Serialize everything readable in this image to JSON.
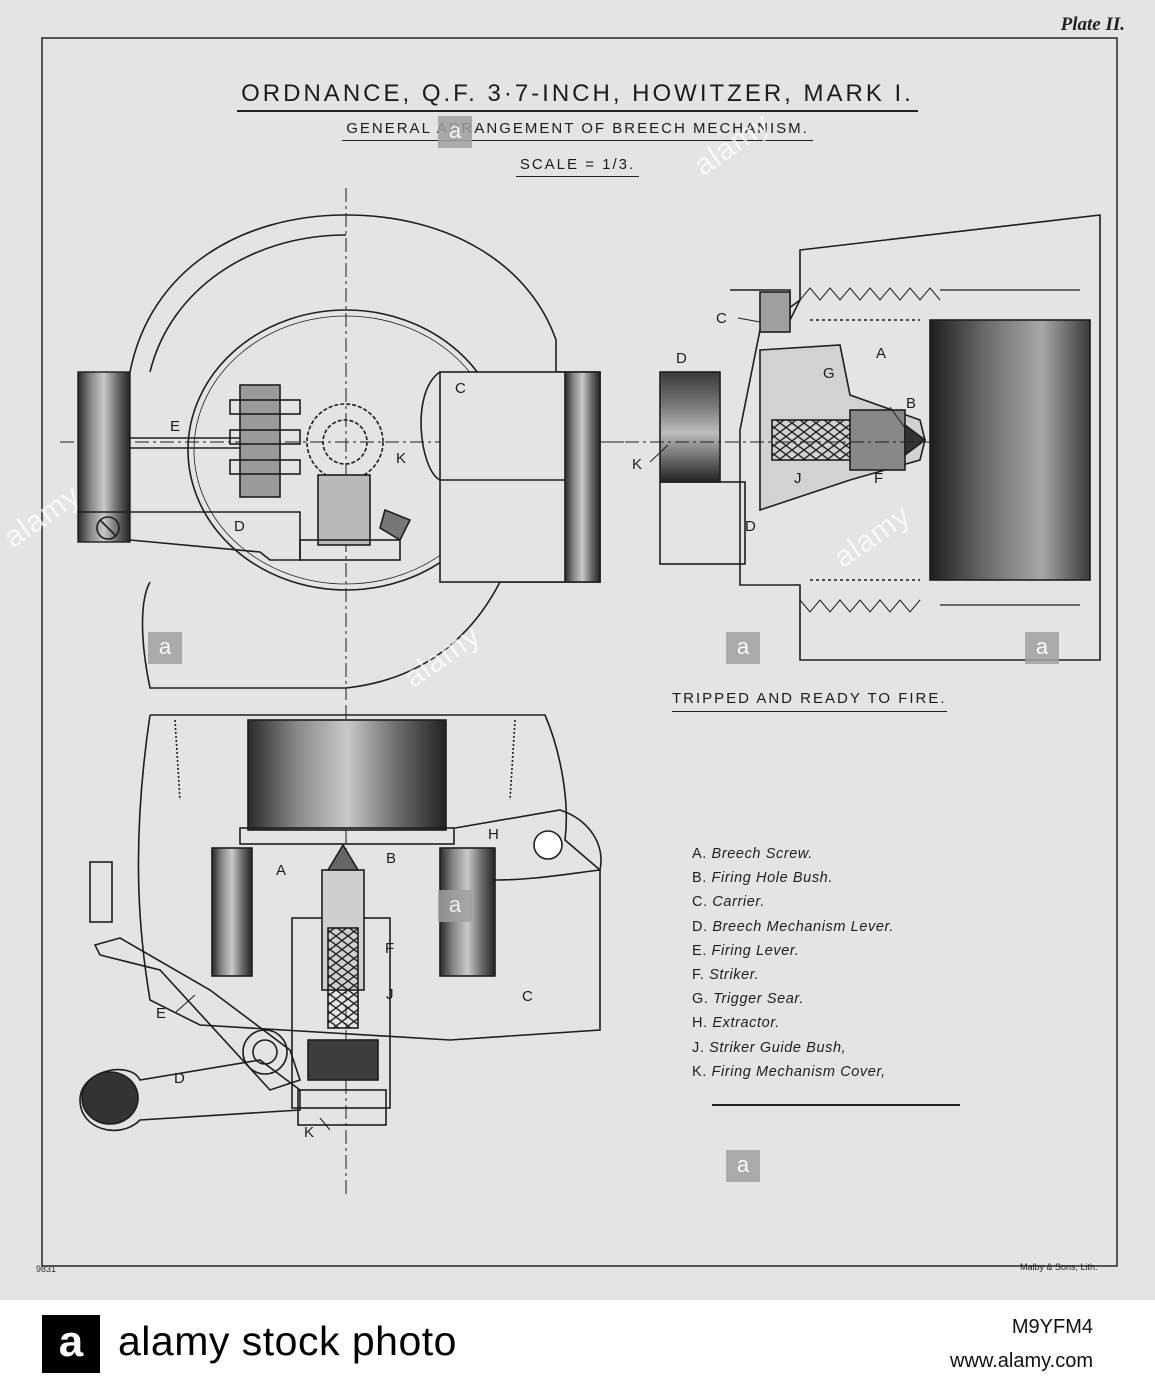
{
  "plate": {
    "plate_number": "Plate II.",
    "title": "ORDNANCE, Q.F. 3·7-INCH, HOWITZER, MARK I.",
    "subtitle": "GENERAL ARRANGEMENT OF BREECH MECHANISM.",
    "scale": "SCALE = 1/3.",
    "status_caption": "TRIPPED AND READY TO FIRE.",
    "drawing_number": "9831",
    "lithographer": "Malby & Sons, Lith."
  },
  "diagram_labels": {
    "top_left": {
      "c": "C",
      "e": "E",
      "k": "K",
      "d": "D"
    },
    "top_right": {
      "c": "C",
      "a": "A",
      "d_top": "D",
      "g": "G",
      "b": "B",
      "k": "K",
      "j": "J",
      "f": "F",
      "d_bottom": "D"
    },
    "bottom": {
      "h": "H",
      "a": "A",
      "b": "B",
      "f": "F",
      "c": "C",
      "j": "J",
      "e": "E",
      "d": "D",
      "k": "K"
    }
  },
  "legend": [
    {
      "key": "A.",
      "text": "Breech Screw."
    },
    {
      "key": "B.",
      "text": "Firing Hole Bush."
    },
    {
      "key": "C.",
      "text": "Carrier."
    },
    {
      "key": "D.",
      "text": "Breech Mechanism Lever."
    },
    {
      "key": "E.",
      "text": "Firing Lever."
    },
    {
      "key": "F.",
      "text": "Striker."
    },
    {
      "key": "G.",
      "text": "Trigger Sear."
    },
    {
      "key": "H.",
      "text": "Extractor."
    },
    {
      "key": "J.",
      "text": "Striker Guide Bush,"
    },
    {
      "key": "K.",
      "text": "Firing Mechanism Cover,"
    }
  ],
  "watermark": {
    "letter": "a",
    "word": "alamy"
  },
  "footer": {
    "logo_letter": "a",
    "text": "alamy stock photo",
    "image_id": "M9YFM4",
    "url": "www.alamy.com"
  },
  "colors": {
    "paper": "#e3e4e6",
    "ink": "#1c1c1c",
    "footer_bg": "#ffffff"
  }
}
